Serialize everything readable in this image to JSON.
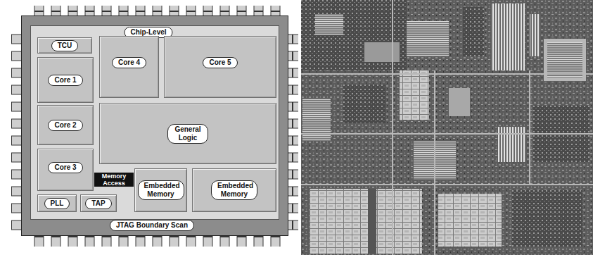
{
  "diagram": {
    "nodes": [
      {
        "text": [
          "Chip-Level",
          "JTAG Boundary Scan"
        ]
      },
      {
        "text": [
          "TCU"
        ],
        "in": 0
      },
      {
        "text": [
          "Core 4"
        ],
        "in": 0
      },
      {
        "text": [
          "Core 5"
        ],
        "in": 0
      },
      {
        "text": [
          "Core 1"
        ],
        "in": 0
      },
      {
        "text": [
          "Core 2"
        ],
        "in": 0
      },
      {
        "text": [
          "General Logic"
        ],
        "in": 0
      },
      {
        "text": [
          "Core 3"
        ],
        "in": 0
      },
      {
        "text": [
          "Embedded Memory"
        ],
        "in": 0
      },
      {
        "text": [
          "Embedded Memory"
        ],
        "in": 0
      },
      {
        "text": [
          "PLL"
        ],
        "in": 0
      },
      {
        "text": [
          "TAP"
        ],
        "in": 0
      }
    ],
    "edges": [
      {
        "from": 7,
        "to": 8,
        "label": "Memory Access",
        "arrow": "both"
      }
    ]
  }
}
